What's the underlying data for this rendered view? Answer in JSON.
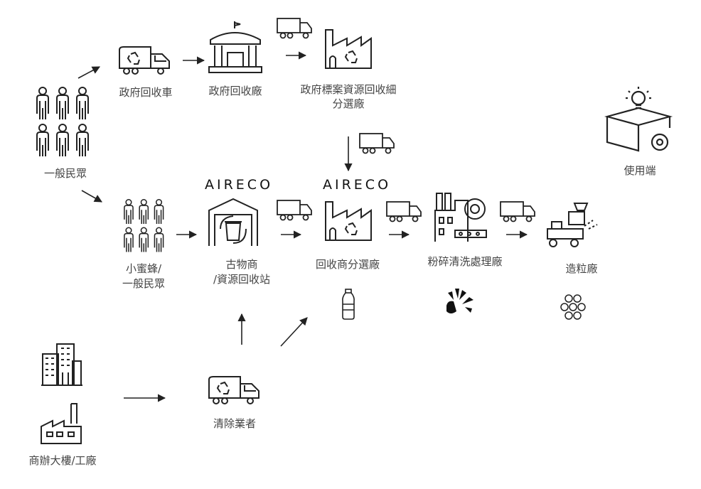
{
  "nodes": {
    "public": "一般民眾",
    "gov_truck": "政府回收車",
    "gov_plant": "政府回收廠",
    "gov_sort_line1": "政府標案資源回收細",
    "gov_sort_line2": "分選廠",
    "end_user": "使用端",
    "bees_line1": "小蜜蜂/",
    "bees_line2": "一般民眾",
    "antique_line1": "古物商",
    "antique_line2": "/資源回收站",
    "recycler_sort": "回收商分選廠",
    "crush_wash": "粉碎清洗處理廠",
    "pellet": "造粒廠",
    "office_factory": "商辦大樓/工廠",
    "cleaner": "清除業者"
  },
  "brand": {
    "logo_text_1": "AIRECO",
    "logo_text_2": "AIRECO"
  },
  "icons": [
    "people-group-icon",
    "recycle-truck-icon",
    "government-building-icon",
    "delivery-truck-icon",
    "recycle-factory-icon",
    "idea-box-icon",
    "warehouse-recycle-icon",
    "shredder-factory-icon",
    "pelletizer-machine-icon",
    "plastic-bottle-icon",
    "plastic-flakes-icon",
    "pellets-icon",
    "office-buildings-icon",
    "factory-icon"
  ]
}
